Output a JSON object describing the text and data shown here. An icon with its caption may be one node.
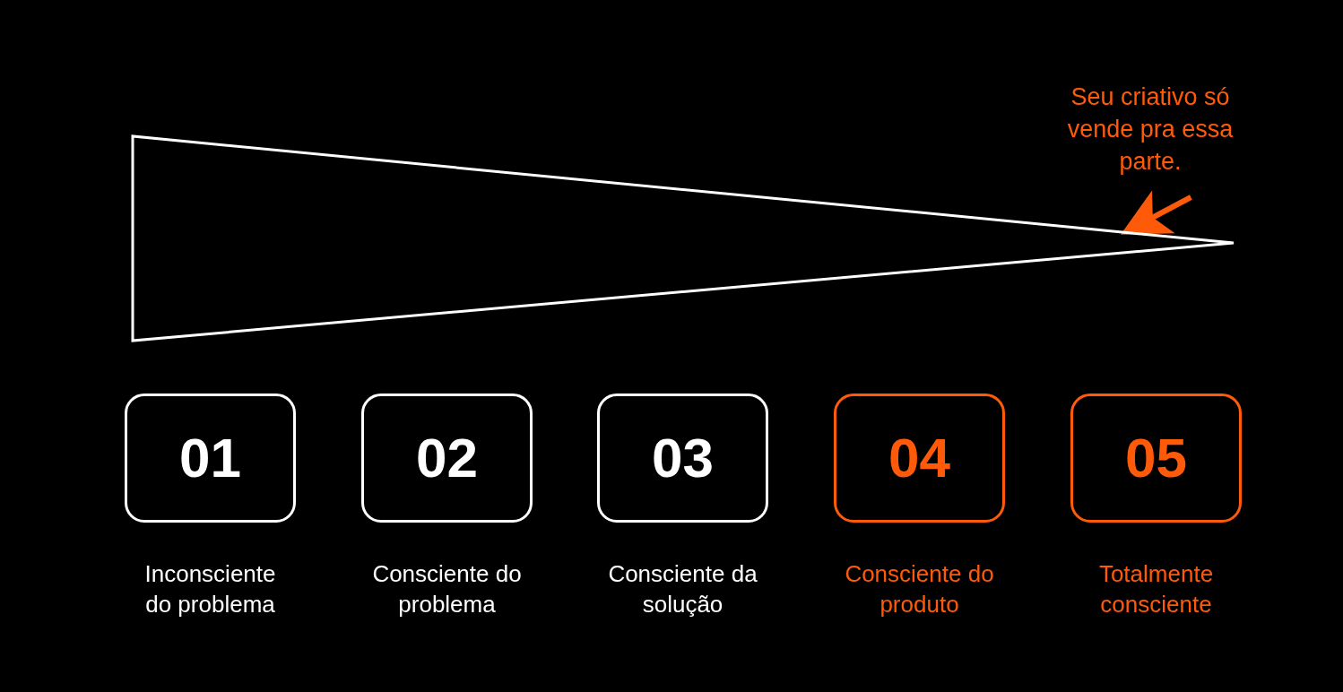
{
  "diagram": {
    "nodes": [
      {
        "text": [],
        "shape": "triangle"
      },
      {
        "text": [
          "01"
        ],
        "beside": [
          "Inconsciente do problema"
        ]
      },
      {
        "text": [
          "02"
        ],
        "beside": [
          "Consciente do problema"
        ]
      },
      {
        "text": [
          "03"
        ],
        "beside": [
          "Consciente da solução"
        ]
      },
      {
        "text": [
          "04"
        ],
        "beside": [
          "Consciente do produto"
        ]
      },
      {
        "text": [
          "05"
        ],
        "beside": [
          "Totalmente consciente"
        ]
      },
      {
        "text": [
          "Seu criativo só vende pra essa parte."
        ]
      }
    ],
    "edges": [
      {
        "from": 6,
        "to": 0,
        "arrow": "to"
      }
    ]
  }
}
